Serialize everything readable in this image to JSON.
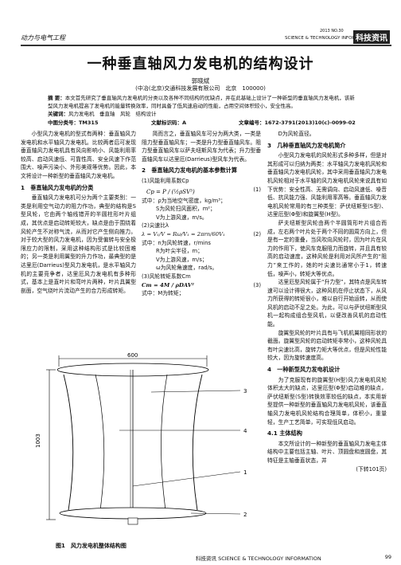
{
  "header": {
    "left": "动力与电气工程",
    "issue": "2013  NO.30",
    "journal_en": "SCIENCE & TECHNOLOGY INFORMATION",
    "journal_cn": "科技资讯"
  },
  "title": "一种垂直轴风力发电机的结构设计",
  "author": "郭晓斌",
  "affiliation": "(中冶(北京)交通科技发展有限公司　北京　100000)",
  "abstract_label": "摘  要：",
  "abstract": "本文首先研究了垂直轴风力发电机的分类以及各种不同结构的优缺点，并在此基础上设计了一种新型的垂直轴风力发电机，该新型风力发电机提高了发电机的能量转换效率，同时具备了低风速启动的性能，占用空间体积较小，安全性高。",
  "keywords_label": "关键词：",
  "keywords": "风力发电机　垂直轴　风轮　结构设计",
  "meta": {
    "clc": "中图分类号：TM315",
    "code": "文献标识码：A",
    "article_no": "文章编号：1672-3791(2013)10(c)-0099-02"
  },
  "col1": {
    "p1": "小型风力发电机的型式有两种：垂直轴风力发电机和水平轴风力发电机。比较两者后可发现垂直轴风力发电机具有风向影响小、风能利用率较高、启动风速低、可靠性高、安全风速下作范围大、噪声污染小、外形美观等优势。因此，本文将设计一种新型的垂直轴风力发电机。",
    "h1": "1　垂直轴风力发电机的分类",
    "p2": "垂直轴风力发电机可分为两个主要类别：一类是利用空气动力的阻力作功，典型的结构是S型风轮，它由两个轴线错开的半圆柱形叶片组成，其优点是启动转矩较大，缺点是由于围绕着风轮产生不对称气流，从而对它产生侧向推力。对于较大型的风力发电机，因为受偏转与安全极限应力的限制，采用这种结构形式是比较困难的；另一类是利用翼型的升力作功，最典型的是达里厄(Darrieus)型风力发电机，是水平轴风力机的主要竞争者，达里厄风力发电机有多种形式，基本上是直叶片和弯叶片两种，叶片具翼型剖面，空气绕叶片流动产生的合力形成转矩。"
  },
  "col2": {
    "p1": "简而言之，垂直轴风车可分为两大类，一类是阻力型垂直轴风车；一类是升力型垂直轴风车。阻力型垂直轴风车以萨夫纽斯风车为代表；升力型垂直轴风车以达里厄(Darrieus)型风车为代表。",
    "h2": "2　垂直轴风力发电机的基本参数计算",
    "s1": "(1)风能利用系数Cp",
    "e1_num": "(1)",
    "e1_lbl": "式中：ρ为当地空气密度，kg/m³；",
    "e1_s": "S为风轮扫风面积，m²；",
    "e1_v": "V为上游风速，m/s。",
    "s2": "(2)尖速比λ",
    "e2": "λ = V₁/V = Rω/V₁ = 2πrn/60V₁",
    "e2_num": "(2)",
    "e2_lbl": "式中：n为风轮转速，r/mins",
    "e2_r": "R为叶尖半径，m；",
    "e2_v": "V为上游风速，m/s；",
    "e2_w": "ω为风轮角速度，rad/s。",
    "s3": "(3)风轮转矩系数Cm",
    "e3": "Cm = 4M / ρDAV²",
    "e3_num": "(3)",
    "e3_lbl": "式中：M为转矩；"
  },
  "col3": {
    "p0": "D为风轮直径。",
    "h3": "3　几种垂直轴风力发电机简介",
    "p1": "小型风力发电机的风轮形式多种多样，但是对其形成可以归纳为两类：水平轴风力发电机风轮和垂直轴风力发电机风轮，其中采用垂直轴风力发电机风轮相对于水平轴的风力发电机风轮来说具有如下优势：安全性高、无需调向、启动风速低、噪音低、抗风能力强、风能利用率高等。垂直轴风力发电机风轮常用的有三种类型：萨伏纽斯型(S型)、达里厄型(Φ型)和旋翼型(H型)。",
    "p2": "萨夫纽斯型风轮由两个半圆筒形叶片组合而成，左右两个叶片处于两个不同的圆周方向上，但是有一定的重叠，当风吹向风轮时，因为叶片在风力的作用下，使风车克服阻力而旋转，并且具有较高的启动速度，这种风轮是利用对风所产生的“阻力”来工作的，她的叶尖速比通常小于1，转速低，噪声小，转矩大等优点。",
    "p3": "达里厄型风轮属于“升力型”，其特点是风车转速可以设计得很大，这种风机在停止状态下，从风力所获得的转矩很小，难以自行开始运转，从而使风机的启动不足之处。为此，可以与萨伏纽斯型风机一起构成组合型风机，以便改善风机的启动性能。",
    "p4": "旋翼型风轮的叶片具有与飞机机翼相同形状的截面。旋翼型风轮的启动转矩非常小，这种风轮具有叶尖速比高，旋转力矩大等优点，但是风轮性能较大，因为旋转速度高。",
    "h4": "4　一种新型风力发电机设计",
    "p5": "为了克服现有的旋翼型(H型)风力发电机风轮体积太大的缺点，达里厄型(Φ型)启动难的缺点，萨伏纽斯型(S型)转换效率较低的缺点，本实用新型提供一种新型的垂直轴风力发电机风轮，该垂直轴风力发电机风轮结构合理简单，体积小，重量轻，生产工艺简单，可实现低风启动。",
    "h41": "4.1 主体结构",
    "p6": "本文所设计的一种新型的垂直轴风力发电主体结构中主要包括主轴、叶片、顶圆盘和底圆盘，其特征是主轴垂直状态，并",
    "cont": "(下转101页)"
  },
  "figure": {
    "caption": "图1　风力发电机整体结构图",
    "dim_w": "600",
    "dim_h": "1003",
    "labels": [
      "1",
      "2",
      "3",
      "4"
    ]
  },
  "footer": {
    "text": "科技资讯 SCIENCE & TECHNOLOGY INFORMATION",
    "page": "99"
  }
}
